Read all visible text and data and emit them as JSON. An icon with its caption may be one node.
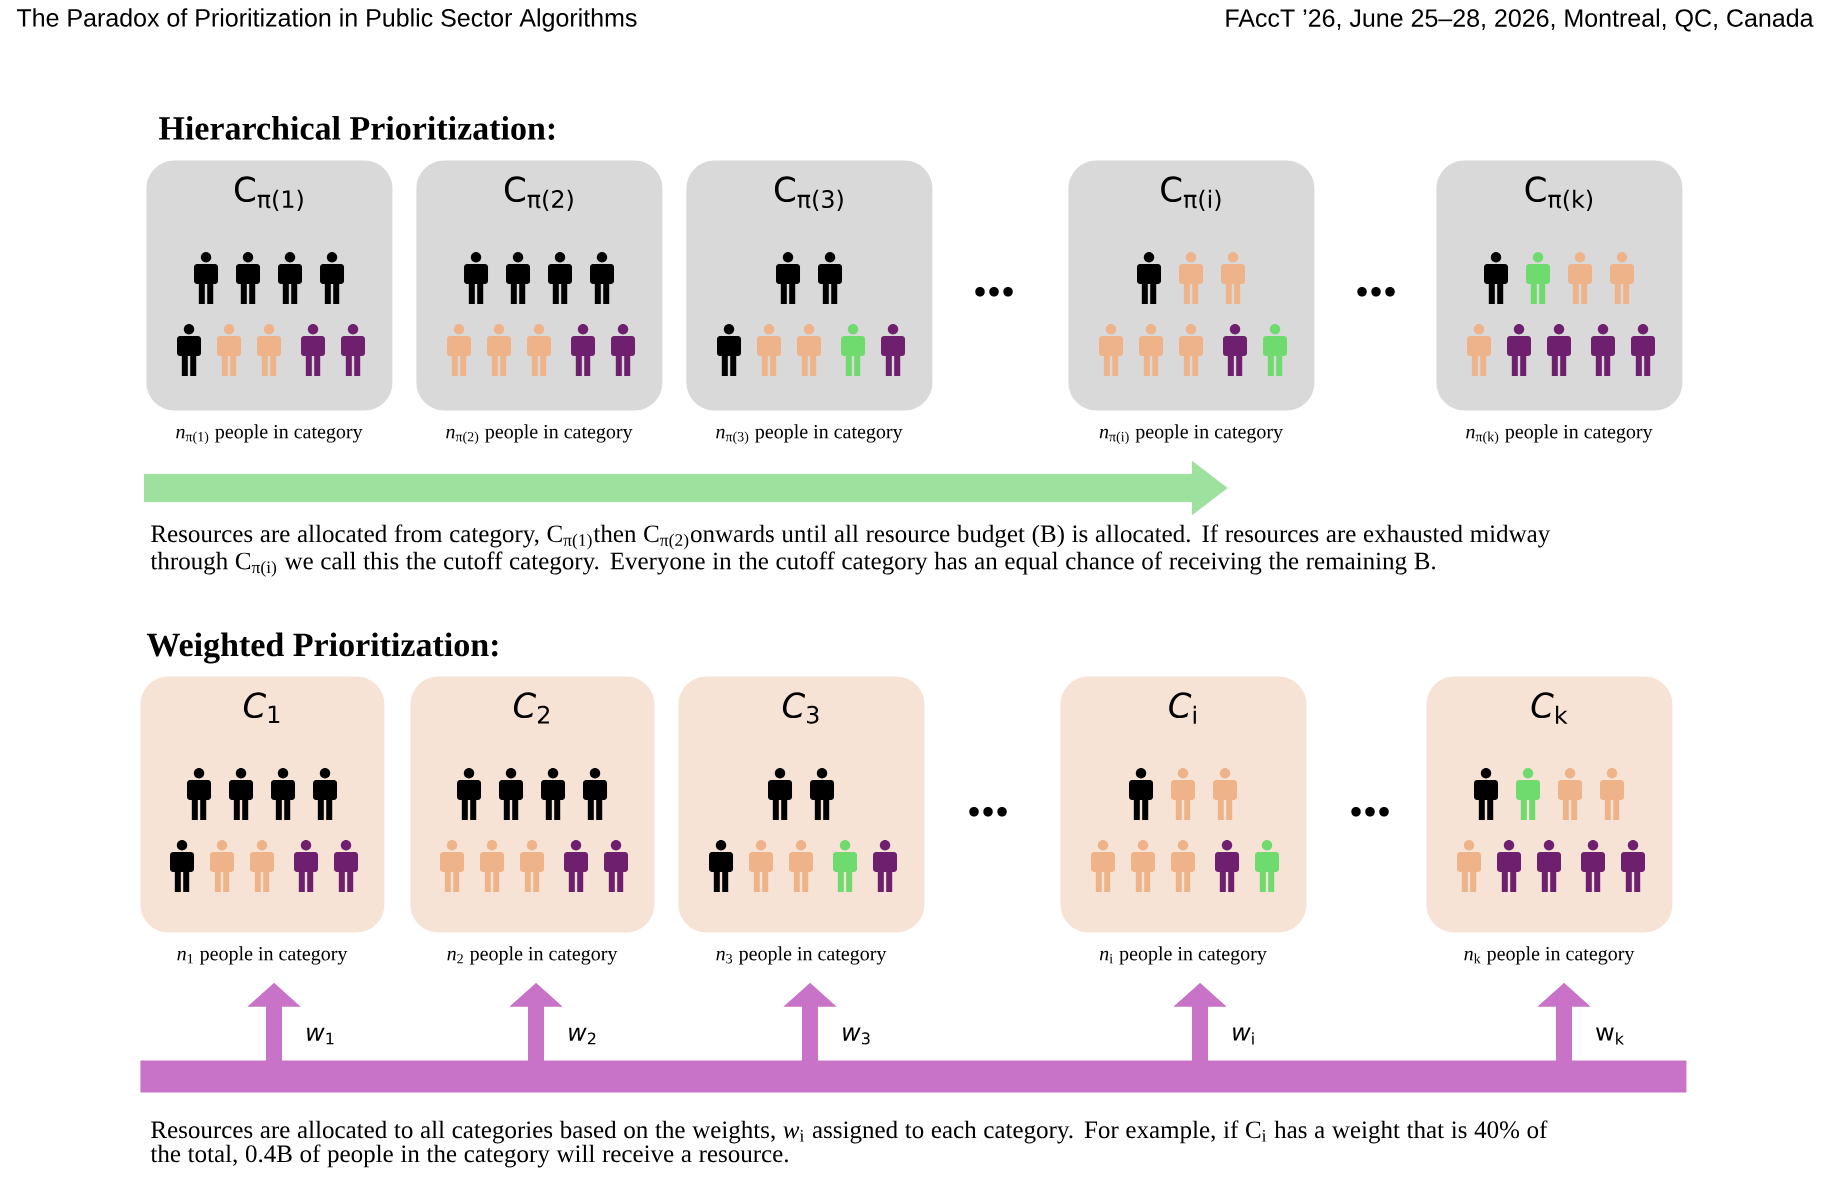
{
  "diagram": {
    "nodes": [
      {
        "text": [
          "C$_{π(1)}$"
        ],
        "beside": [
          "*n*$_{π(1)}$ people in category"
        ]
      },
      {
        "text": [
          "C$_{π(2)}$"
        ],
        "beside": [
          "*n*$_{π(2)}$ people in category"
        ]
      },
      {
        "text": [
          "C$_{π(3)}$"
        ],
        "beside": [
          "*n*$_{π(3)}$ people in category"
        ]
      },
      {
        "text": [
          "C$_{π(i)}$"
        ],
        "beside": [
          "*n*$_{π(i)}$ people in category"
        ]
      },
      {
        "text": [
          "C$_{π(k)}$"
        ],
        "beside": [
          "*n*$_{π(k)}$ people in category"
        ]
      },
      {
        "text": [
          "*C*$_{1}$"
        ],
        "beside": [
          "*n*$_{1}$ people in category"
        ]
      },
      {
        "text": [
          "*C*$_{2}$"
        ],
        "beside": [
          "*n*$_{2}$ people in category"
        ]
      },
      {
        "text": [
          "*C*$_{3}$"
        ],
        "beside": [
          "*n*$_{3}$ people in category"
        ]
      },
      {
        "text": [
          "*C*$_{i}$"
        ],
        "beside": [
          "*n*$_{i}$ people in category"
        ]
      },
      {
        "text": [
          "*C*$_{k}$"
        ],
        "beside": [
          "*n*$_{k}$ people in category"
        ]
      },
      {
        "text": [],
        "shape": "bar"
      }
    ],
    "edges": [
      {
        "from": 10,
        "to": 5,
        "arrow": "to",
        "label": "*w*$_{1}$"
      },
      {
        "from": 10,
        "to": 6,
        "arrow": "to",
        "label": "*w*$_{2}$"
      },
      {
        "from": 10,
        "to": 7,
        "arrow": "to",
        "label": "*w*$_{3}$"
      },
      {
        "from": 10,
        "to": 8,
        "arrow": "to",
        "label": "*w*$_{i}$"
      },
      {
        "from": 10,
        "to": 9,
        "arrow": "to",
        "label": "w$_{k}$"
      }
    ],
    "labels": [
      "The Paradox of Prioritization in Public Sector Algorithms",
      "FAccT ’26, June 25–28, 2026, Montreal, QC, Canada",
      "Hierarchical Prioritization:",
      "•••",
      "•••",
      "Resources are allocated from category, C$_{π(1)}$then C$_{π(2)}$onwards until all resource budget (B) is allocated. If resources are exhausted midway through C$_{π(i)}$ we call this the cutoff category. Everyone in the cutoff category has an equal chance of receiving the remaining B.",
      "Weighted Prioritization:",
      "•••",
      "•••",
      "Resources are allocated to all categories based on the weights, *w*$_{i}$ assigned to each category. For example, if C$_{i}$ has a weight that is 40% of the total, 0.4B of people in the category will receive a resource."
    ]
  }
}
